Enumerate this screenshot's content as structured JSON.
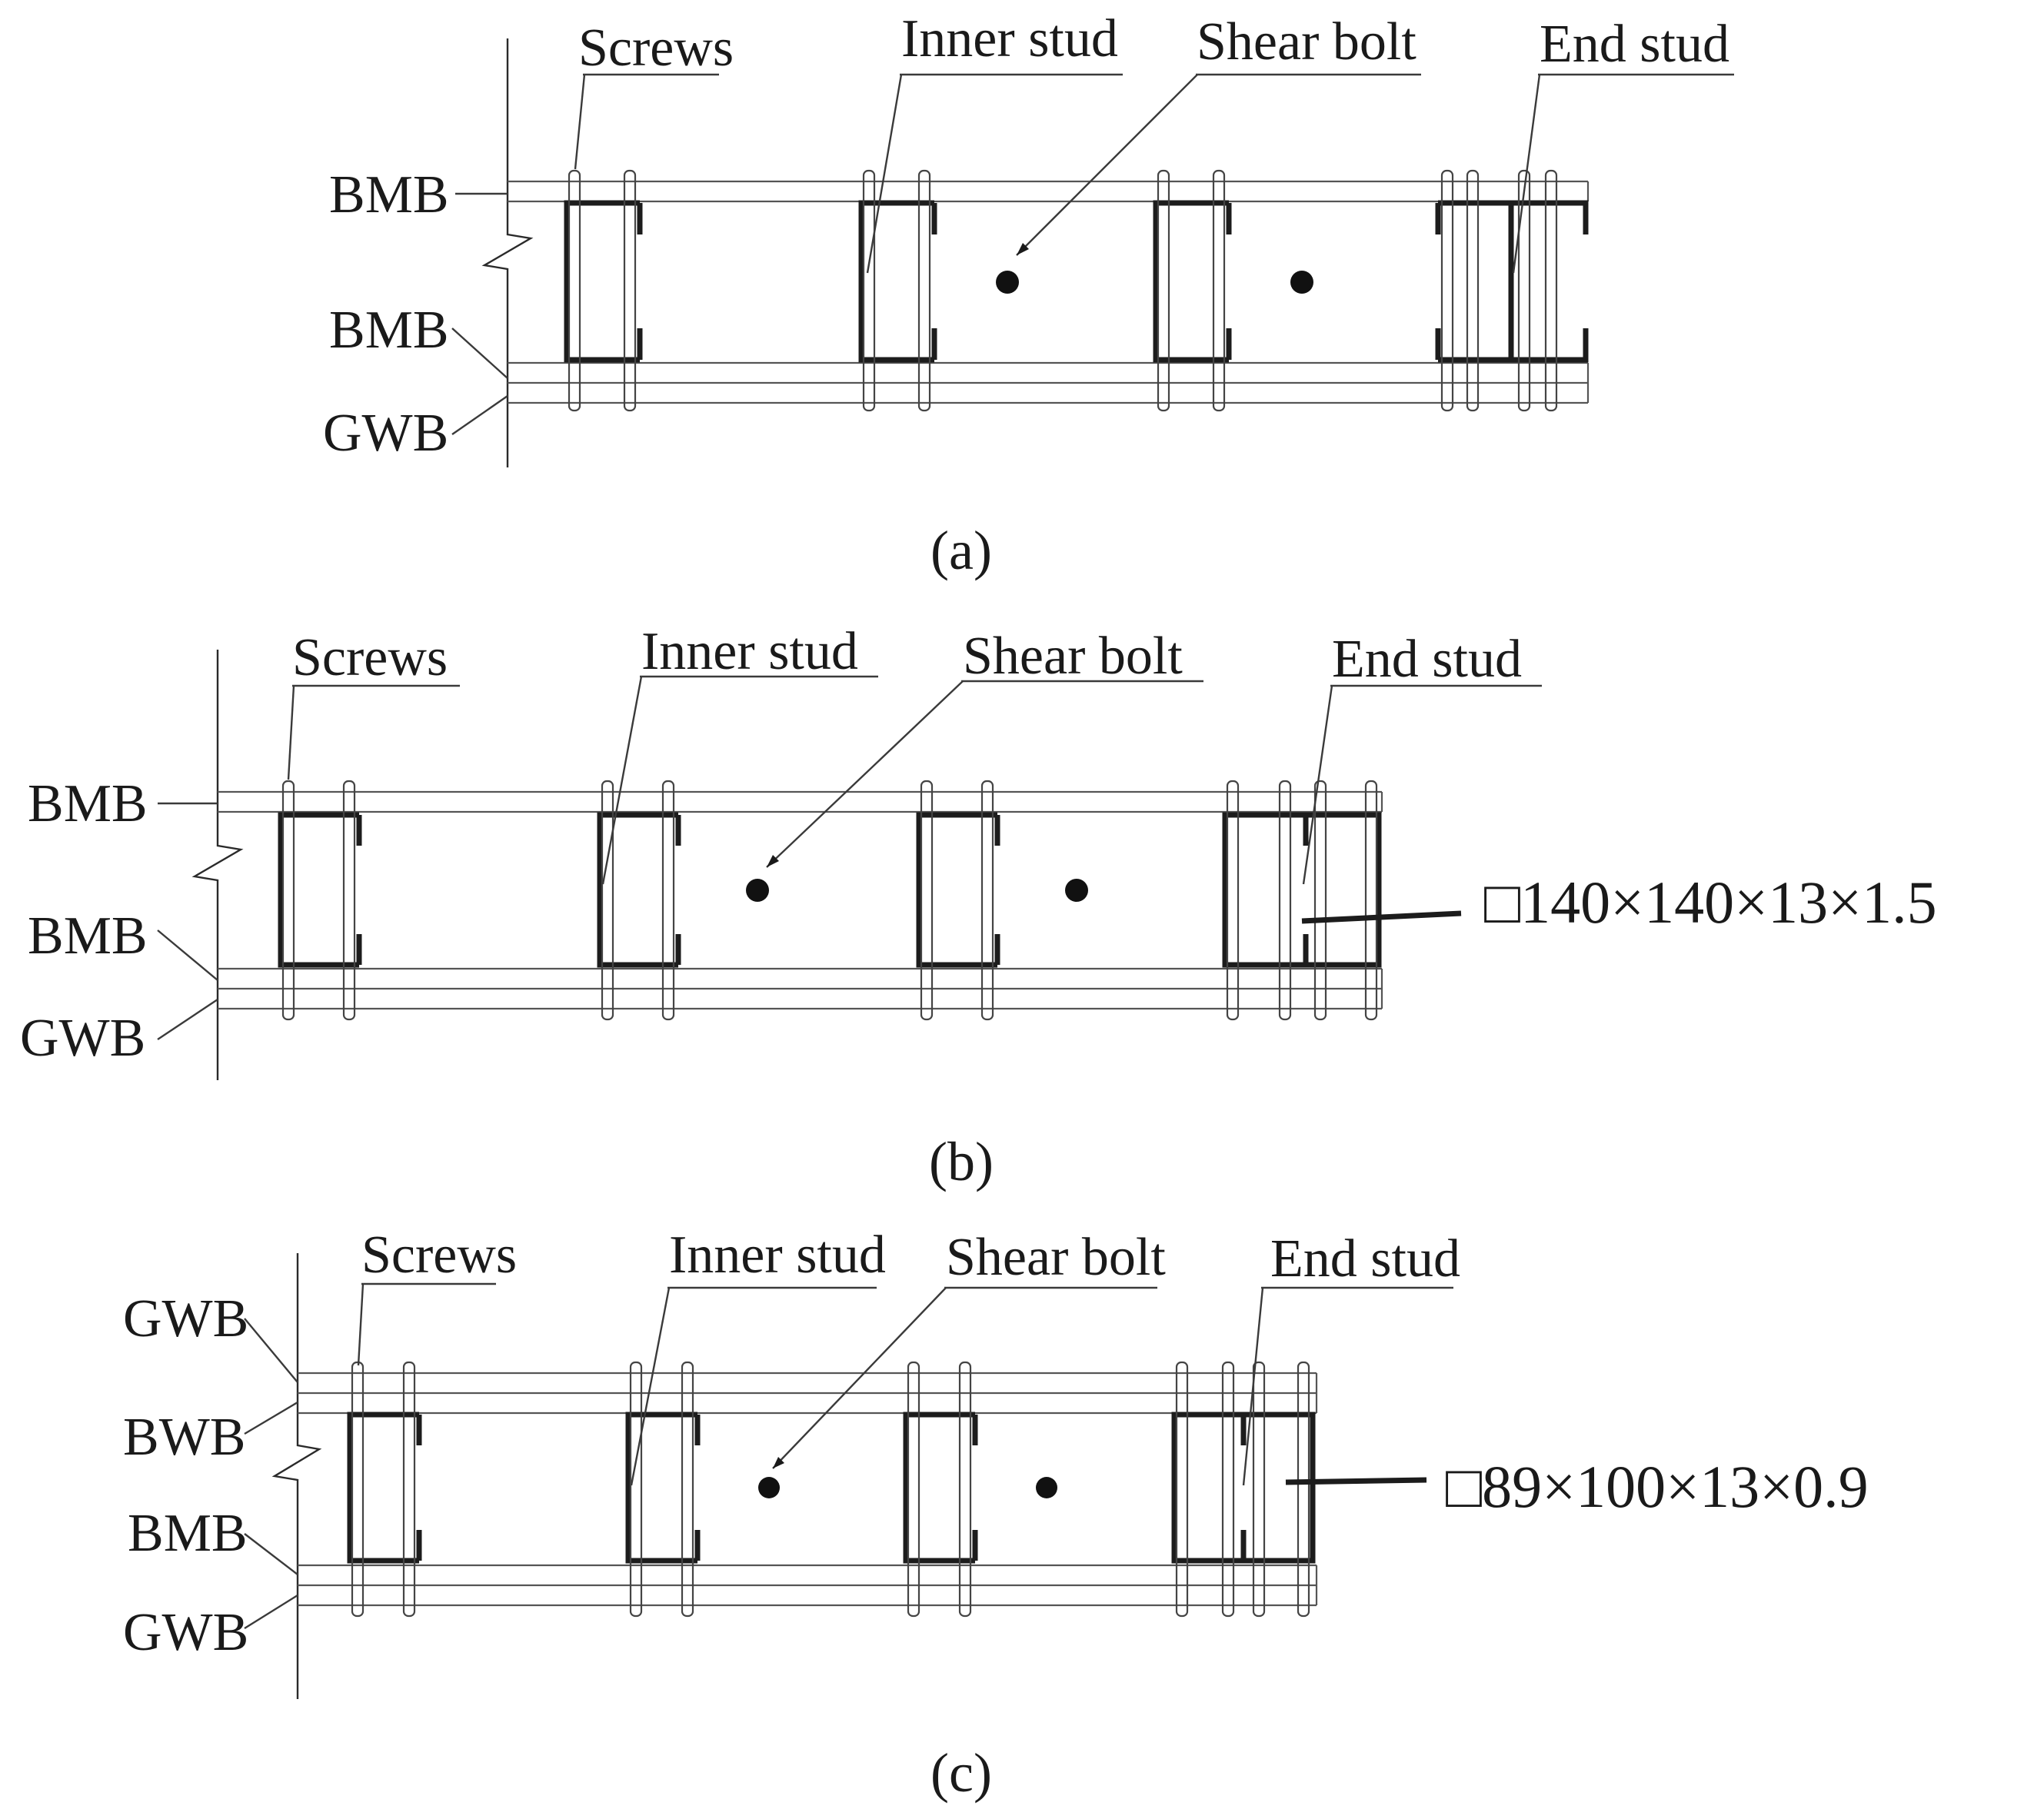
{
  "panels": [
    {
      "id": "a",
      "caption": "(a)",
      "callouts": {
        "screws": "Screws",
        "inner_stud": "Inner stud",
        "shear_bolt": "Shear bolt",
        "end_stud": "End stud"
      },
      "layers": [
        "BMB",
        "BMB",
        "GWB"
      ],
      "section_spec": ""
    },
    {
      "id": "b",
      "caption": "(b)",
      "callouts": {
        "screws": "Screws",
        "inner_stud": "Inner stud",
        "shear_bolt": "Shear bolt",
        "end_stud": "End stud"
      },
      "layers": [
        "BMB",
        "BMB",
        "GWB"
      ],
      "section_spec": "□140×140×13×1.5"
    },
    {
      "id": "c",
      "caption": "(c)",
      "callouts": {
        "screws": "Screws",
        "inner_stud": "Inner stud",
        "shear_bolt": "Shear bolt",
        "end_stud": "End stud"
      },
      "layers": [
        "GWB",
        "BWB",
        "BMB",
        "GWB"
      ],
      "section_spec": "□89×100×13×0.9"
    }
  ],
  "colors": {
    "line": "#1c1c1c",
    "background": "#ffffff"
  }
}
